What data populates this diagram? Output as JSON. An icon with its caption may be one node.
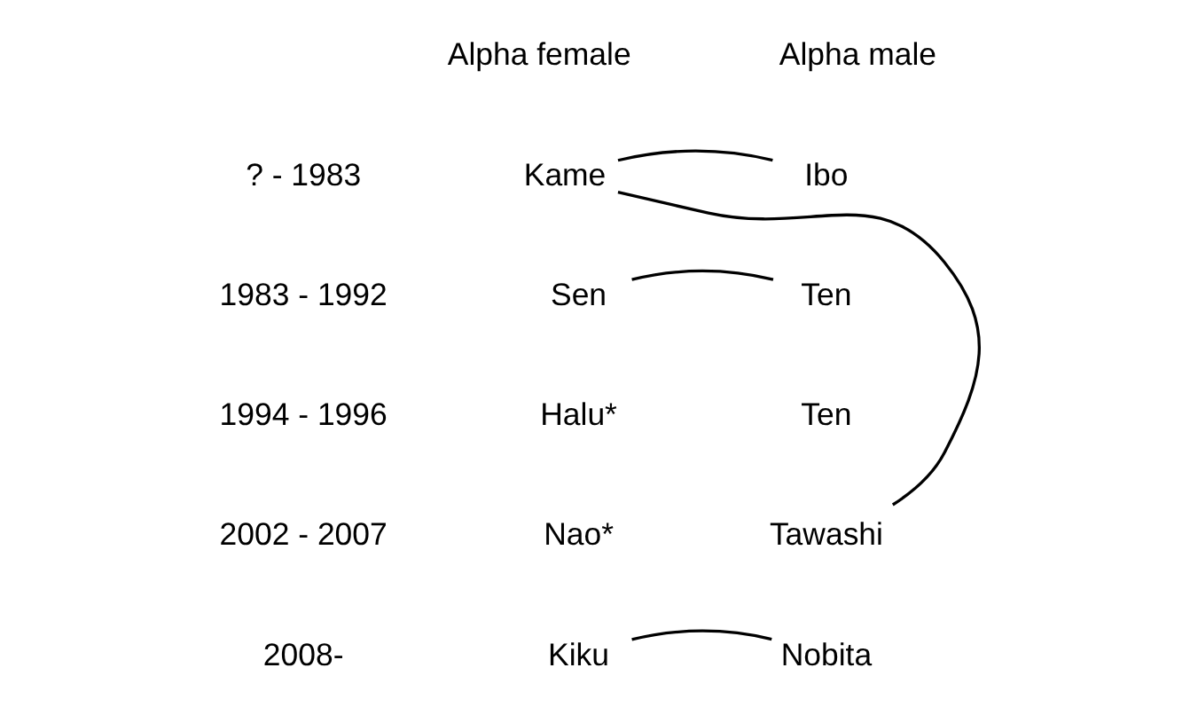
{
  "diagram": {
    "nodes": [
      {
        "text": [
          "Kame"
        ]
      },
      {
        "text": [
          "Ibo"
        ]
      },
      {
        "text": [
          "Sen"
        ]
      },
      {
        "text": [
          "Ten"
        ]
      },
      {
        "text": [
          "Tawashi"
        ]
      },
      {
        "text": [
          "Kiku"
        ]
      },
      {
        "text": [
          "Nobita"
        ]
      }
    ],
    "edges": [
      {
        "from": 0,
        "to": 1,
        "arrow": "none"
      },
      {
        "from": 0,
        "to": 4,
        "arrow": "none"
      },
      {
        "from": 2,
        "to": 3,
        "arrow": "none"
      },
      {
        "from": 5,
        "to": 6,
        "arrow": "none"
      }
    ],
    "labels": [
      "Alpha female",
      "Alpha male",
      "? - 1983",
      "1983 - 1992",
      "1994 - 1996",
      "Halu*",
      "Ten",
      "2002 - 2007",
      "Nao*",
      "2008-"
    ]
  }
}
